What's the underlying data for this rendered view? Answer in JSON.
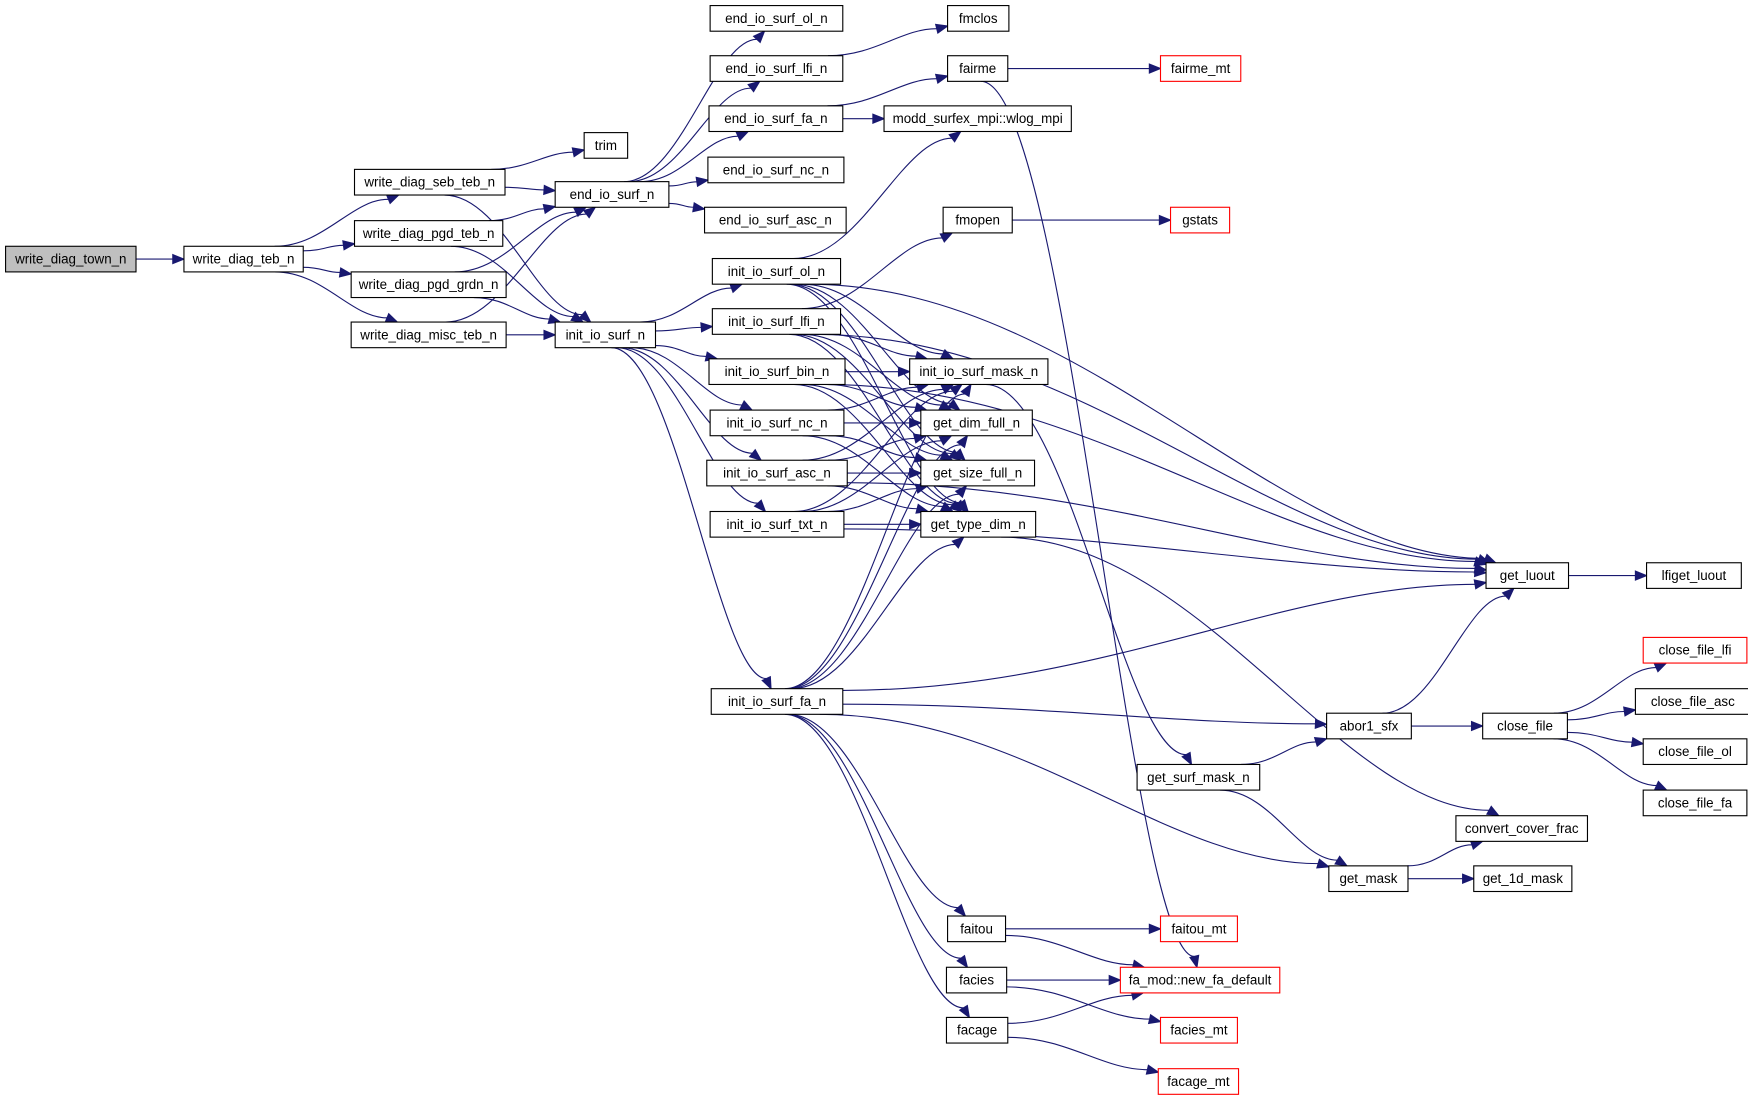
{
  "graph": {
    "title": "write_diag_town_n call graph",
    "colors": {
      "edge": "#191970",
      "node_border": "#000000",
      "external_border": "#ff0000",
      "root_fill": "#bfbfbf"
    },
    "nodes": [
      {
        "id": "write_diag_town_n",
        "label": "write_diag_town_n",
        "kind": "root"
      },
      {
        "id": "write_diag_teb_n",
        "label": "write_diag_teb_n",
        "kind": "normal"
      },
      {
        "id": "write_diag_seb_teb_n",
        "label": "write_diag_seb_teb_n",
        "kind": "normal"
      },
      {
        "id": "write_diag_pgd_teb_n",
        "label": "write_diag_pgd_teb_n",
        "kind": "normal"
      },
      {
        "id": "write_diag_pgd_grdn_n",
        "label": "write_diag_pgd_grdn_n",
        "kind": "normal"
      },
      {
        "id": "write_diag_misc_teb_n",
        "label": "write_diag_misc_teb_n",
        "kind": "normal"
      },
      {
        "id": "trim",
        "label": "trim",
        "kind": "normal"
      },
      {
        "id": "end_io_surf_n",
        "label": "end_io_surf_n",
        "kind": "normal"
      },
      {
        "id": "init_io_surf_n",
        "label": "init_io_surf_n",
        "kind": "normal"
      },
      {
        "id": "end_io_surf_ol_n",
        "label": "end_io_surf_ol_n",
        "kind": "normal"
      },
      {
        "id": "end_io_surf_lfi_n",
        "label": "end_io_surf_lfi_n",
        "kind": "normal"
      },
      {
        "id": "end_io_surf_fa_n",
        "label": "end_io_surf_fa_n",
        "kind": "normal"
      },
      {
        "id": "end_io_surf_nc_n",
        "label": "end_io_surf_nc_n",
        "kind": "normal"
      },
      {
        "id": "end_io_surf_asc_n",
        "label": "end_io_surf_asc_n",
        "kind": "normal"
      },
      {
        "id": "init_io_surf_ol_n",
        "label": "init_io_surf_ol_n",
        "kind": "normal"
      },
      {
        "id": "init_io_surf_lfi_n",
        "label": "init_io_surf_lfi_n",
        "kind": "normal"
      },
      {
        "id": "init_io_surf_bin_n",
        "label": "init_io_surf_bin_n",
        "kind": "normal"
      },
      {
        "id": "init_io_surf_nc_n",
        "label": "init_io_surf_nc_n",
        "kind": "normal"
      },
      {
        "id": "init_io_surf_asc_n",
        "label": "init_io_surf_asc_n",
        "kind": "normal"
      },
      {
        "id": "init_io_surf_txt_n",
        "label": "init_io_surf_txt_n",
        "kind": "normal"
      },
      {
        "id": "init_io_surf_fa_n",
        "label": "init_io_surf_fa_n",
        "kind": "normal"
      },
      {
        "id": "fmclos",
        "label": "fmclos",
        "kind": "normal"
      },
      {
        "id": "fairme",
        "label": "fairme",
        "kind": "normal"
      },
      {
        "id": "modd_surfex_mpi_wlog_mpi",
        "label": "modd_surfex_mpi::wlog_mpi",
        "kind": "normal"
      },
      {
        "id": "fmopen",
        "label": "fmopen",
        "kind": "normal"
      },
      {
        "id": "init_io_surf_mask_n",
        "label": "init_io_surf_mask_n",
        "kind": "normal"
      },
      {
        "id": "get_dim_full_n",
        "label": "get_dim_full_n",
        "kind": "normal"
      },
      {
        "id": "get_size_full_n",
        "label": "get_size_full_n",
        "kind": "normal"
      },
      {
        "id": "get_type_dim_n",
        "label": "get_type_dim_n",
        "kind": "normal"
      },
      {
        "id": "faitou",
        "label": "faitou",
        "kind": "normal"
      },
      {
        "id": "facies",
        "label": "facies",
        "kind": "normal"
      },
      {
        "id": "facage",
        "label": "facage",
        "kind": "normal"
      },
      {
        "id": "fairme_mt",
        "label": "fairme_mt",
        "kind": "external"
      },
      {
        "id": "gstats",
        "label": "gstats",
        "kind": "external"
      },
      {
        "id": "get_surf_mask_n",
        "label": "get_surf_mask_n",
        "kind": "normal"
      },
      {
        "id": "faitou_mt",
        "label": "faitou_mt",
        "kind": "external"
      },
      {
        "id": "fa_mod_new_fa_default",
        "label": "fa_mod::new_fa_default",
        "kind": "external"
      },
      {
        "id": "facies_mt",
        "label": "facies_mt",
        "kind": "external"
      },
      {
        "id": "facage_mt",
        "label": "facage_mt",
        "kind": "external"
      },
      {
        "id": "get_luout",
        "label": "get_luout",
        "kind": "normal"
      },
      {
        "id": "abor1_sfx",
        "label": "abor1_sfx",
        "kind": "normal"
      },
      {
        "id": "get_mask",
        "label": "get_mask",
        "kind": "normal"
      },
      {
        "id": "lfiget_luout",
        "label": "lfiget_luout",
        "kind": "normal"
      },
      {
        "id": "close_file",
        "label": "close_file",
        "kind": "normal"
      },
      {
        "id": "convert_cover_frac",
        "label": "convert_cover_frac",
        "kind": "normal"
      },
      {
        "id": "get_1d_mask",
        "label": "get_1d_mask",
        "kind": "normal"
      },
      {
        "id": "close_file_lfi",
        "label": "close_file_lfi",
        "kind": "external"
      },
      {
        "id": "close_file_asc",
        "label": "close_file_asc",
        "kind": "normal"
      },
      {
        "id": "close_file_ol",
        "label": "close_file_ol",
        "kind": "normal"
      },
      {
        "id": "close_file_fa",
        "label": "close_file_fa",
        "kind": "normal"
      }
    ],
    "edges": [
      [
        "write_diag_town_n",
        "write_diag_teb_n"
      ],
      [
        "write_diag_teb_n",
        "write_diag_seb_teb_n"
      ],
      [
        "write_diag_teb_n",
        "write_diag_pgd_teb_n"
      ],
      [
        "write_diag_teb_n",
        "write_diag_pgd_grdn_n"
      ],
      [
        "write_diag_teb_n",
        "write_diag_misc_teb_n"
      ],
      [
        "write_diag_seb_teb_n",
        "trim"
      ],
      [
        "write_diag_seb_teb_n",
        "end_io_surf_n"
      ],
      [
        "write_diag_seb_teb_n",
        "init_io_surf_n"
      ],
      [
        "write_diag_pgd_teb_n",
        "end_io_surf_n"
      ],
      [
        "write_diag_pgd_teb_n",
        "init_io_surf_n"
      ],
      [
        "write_diag_pgd_grdn_n",
        "end_io_surf_n"
      ],
      [
        "write_diag_pgd_grdn_n",
        "init_io_surf_n"
      ],
      [
        "write_diag_misc_teb_n",
        "end_io_surf_n"
      ],
      [
        "write_diag_misc_teb_n",
        "init_io_surf_n"
      ],
      [
        "end_io_surf_n",
        "end_io_surf_ol_n"
      ],
      [
        "end_io_surf_n",
        "end_io_surf_lfi_n"
      ],
      [
        "end_io_surf_n",
        "end_io_surf_fa_n"
      ],
      [
        "end_io_surf_n",
        "end_io_surf_nc_n"
      ],
      [
        "end_io_surf_n",
        "end_io_surf_asc_n"
      ],
      [
        "end_io_surf_lfi_n",
        "fmclos"
      ],
      [
        "end_io_surf_fa_n",
        "fairme"
      ],
      [
        "end_io_surf_fa_n",
        "modd_surfex_mpi_wlog_mpi"
      ],
      [
        "fairme",
        "fairme_mt"
      ],
      [
        "fairme",
        "fa_mod_new_fa_default"
      ],
      [
        "init_io_surf_n",
        "init_io_surf_ol_n"
      ],
      [
        "init_io_surf_n",
        "init_io_surf_lfi_n"
      ],
      [
        "init_io_surf_n",
        "init_io_surf_bin_n"
      ],
      [
        "init_io_surf_n",
        "init_io_surf_nc_n"
      ],
      [
        "init_io_surf_n",
        "init_io_surf_asc_n"
      ],
      [
        "init_io_surf_n",
        "init_io_surf_txt_n"
      ],
      [
        "init_io_surf_n",
        "init_io_surf_fa_n"
      ],
      [
        "init_io_surf_ol_n",
        "modd_surfex_mpi_wlog_mpi"
      ],
      [
        "init_io_surf_ol_n",
        "get_luout"
      ],
      [
        "init_io_surf_ol_n",
        "init_io_surf_mask_n"
      ],
      [
        "init_io_surf_ol_n",
        "get_dim_full_n"
      ],
      [
        "init_io_surf_ol_n",
        "get_size_full_n"
      ],
      [
        "init_io_surf_ol_n",
        "get_type_dim_n"
      ],
      [
        "init_io_surf_lfi_n",
        "fmopen"
      ],
      [
        "init_io_surf_lfi_n",
        "get_luout"
      ],
      [
        "init_io_surf_lfi_n",
        "init_io_surf_mask_n"
      ],
      [
        "init_io_surf_lfi_n",
        "get_dim_full_n"
      ],
      [
        "init_io_surf_lfi_n",
        "get_size_full_n"
      ],
      [
        "init_io_surf_lfi_n",
        "get_type_dim_n"
      ],
      [
        "fmopen",
        "gstats"
      ],
      [
        "init_io_surf_bin_n",
        "get_luout"
      ],
      [
        "init_io_surf_bin_n",
        "init_io_surf_mask_n"
      ],
      [
        "init_io_surf_bin_n",
        "get_dim_full_n"
      ],
      [
        "init_io_surf_bin_n",
        "get_size_full_n"
      ],
      [
        "init_io_surf_bin_n",
        "get_type_dim_n"
      ],
      [
        "init_io_surf_nc_n",
        "init_io_surf_mask_n"
      ],
      [
        "init_io_surf_nc_n",
        "get_dim_full_n"
      ],
      [
        "init_io_surf_nc_n",
        "get_size_full_n"
      ],
      [
        "init_io_surf_nc_n",
        "get_type_dim_n"
      ],
      [
        "init_io_surf_asc_n",
        "init_io_surf_mask_n"
      ],
      [
        "init_io_surf_asc_n",
        "get_dim_full_n"
      ],
      [
        "init_io_surf_asc_n",
        "get_size_full_n"
      ],
      [
        "init_io_surf_asc_n",
        "get_type_dim_n"
      ],
      [
        "init_io_surf_asc_n",
        "get_luout"
      ],
      [
        "init_io_surf_txt_n",
        "init_io_surf_mask_n"
      ],
      [
        "init_io_surf_txt_n",
        "get_dim_full_n"
      ],
      [
        "init_io_surf_txt_n",
        "get_size_full_n"
      ],
      [
        "init_io_surf_txt_n",
        "get_type_dim_n"
      ],
      [
        "init_io_surf_txt_n",
        "get_luout"
      ],
      [
        "init_io_surf_fa_n",
        "init_io_surf_mask_n"
      ],
      [
        "init_io_surf_fa_n",
        "get_dim_full_n"
      ],
      [
        "init_io_surf_fa_n",
        "get_size_full_n"
      ],
      [
        "init_io_surf_fa_n",
        "get_type_dim_n"
      ],
      [
        "init_io_surf_fa_n",
        "get_luout"
      ],
      [
        "init_io_surf_fa_n",
        "abor1_sfx"
      ],
      [
        "init_io_surf_fa_n",
        "get_mask"
      ],
      [
        "init_io_surf_fa_n",
        "faitou"
      ],
      [
        "init_io_surf_fa_n",
        "facies"
      ],
      [
        "init_io_surf_fa_n",
        "facage"
      ],
      [
        "init_io_surf_mask_n",
        "get_surf_mask_n"
      ],
      [
        "get_type_dim_n",
        "convert_cover_frac"
      ],
      [
        "get_surf_mask_n",
        "abor1_sfx"
      ],
      [
        "get_surf_mask_n",
        "get_mask"
      ],
      [
        "abor1_sfx",
        "get_luout"
      ],
      [
        "abor1_sfx",
        "close_file"
      ],
      [
        "get_luout",
        "lfiget_luout"
      ],
      [
        "close_file",
        "close_file_lfi"
      ],
      [
        "close_file",
        "close_file_asc"
      ],
      [
        "close_file",
        "close_file_ol"
      ],
      [
        "close_file",
        "close_file_fa"
      ],
      [
        "get_mask",
        "convert_cover_frac"
      ],
      [
        "get_mask",
        "get_1d_mask"
      ],
      [
        "faitou",
        "faitou_mt"
      ],
      [
        "faitou",
        "fa_mod_new_fa_default"
      ],
      [
        "facies",
        "fa_mod_new_fa_default"
      ],
      [
        "facies",
        "facies_mt"
      ],
      [
        "facage",
        "fa_mod_new_fa_default"
      ],
      [
        "facage",
        "facage_mt"
      ]
    ]
  }
}
